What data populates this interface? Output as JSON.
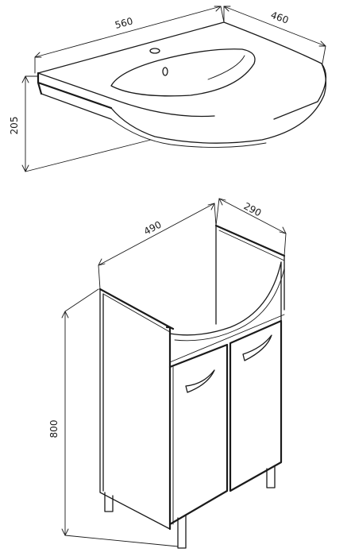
{
  "basin": {
    "width_label": "560",
    "depth_label": "460",
    "height_label": "205"
  },
  "cabinet": {
    "width_label": "490",
    "depth_label": "290",
    "height_label": "800"
  },
  "colors": {
    "line": "#1a1a1a",
    "background": "#ffffff"
  }
}
